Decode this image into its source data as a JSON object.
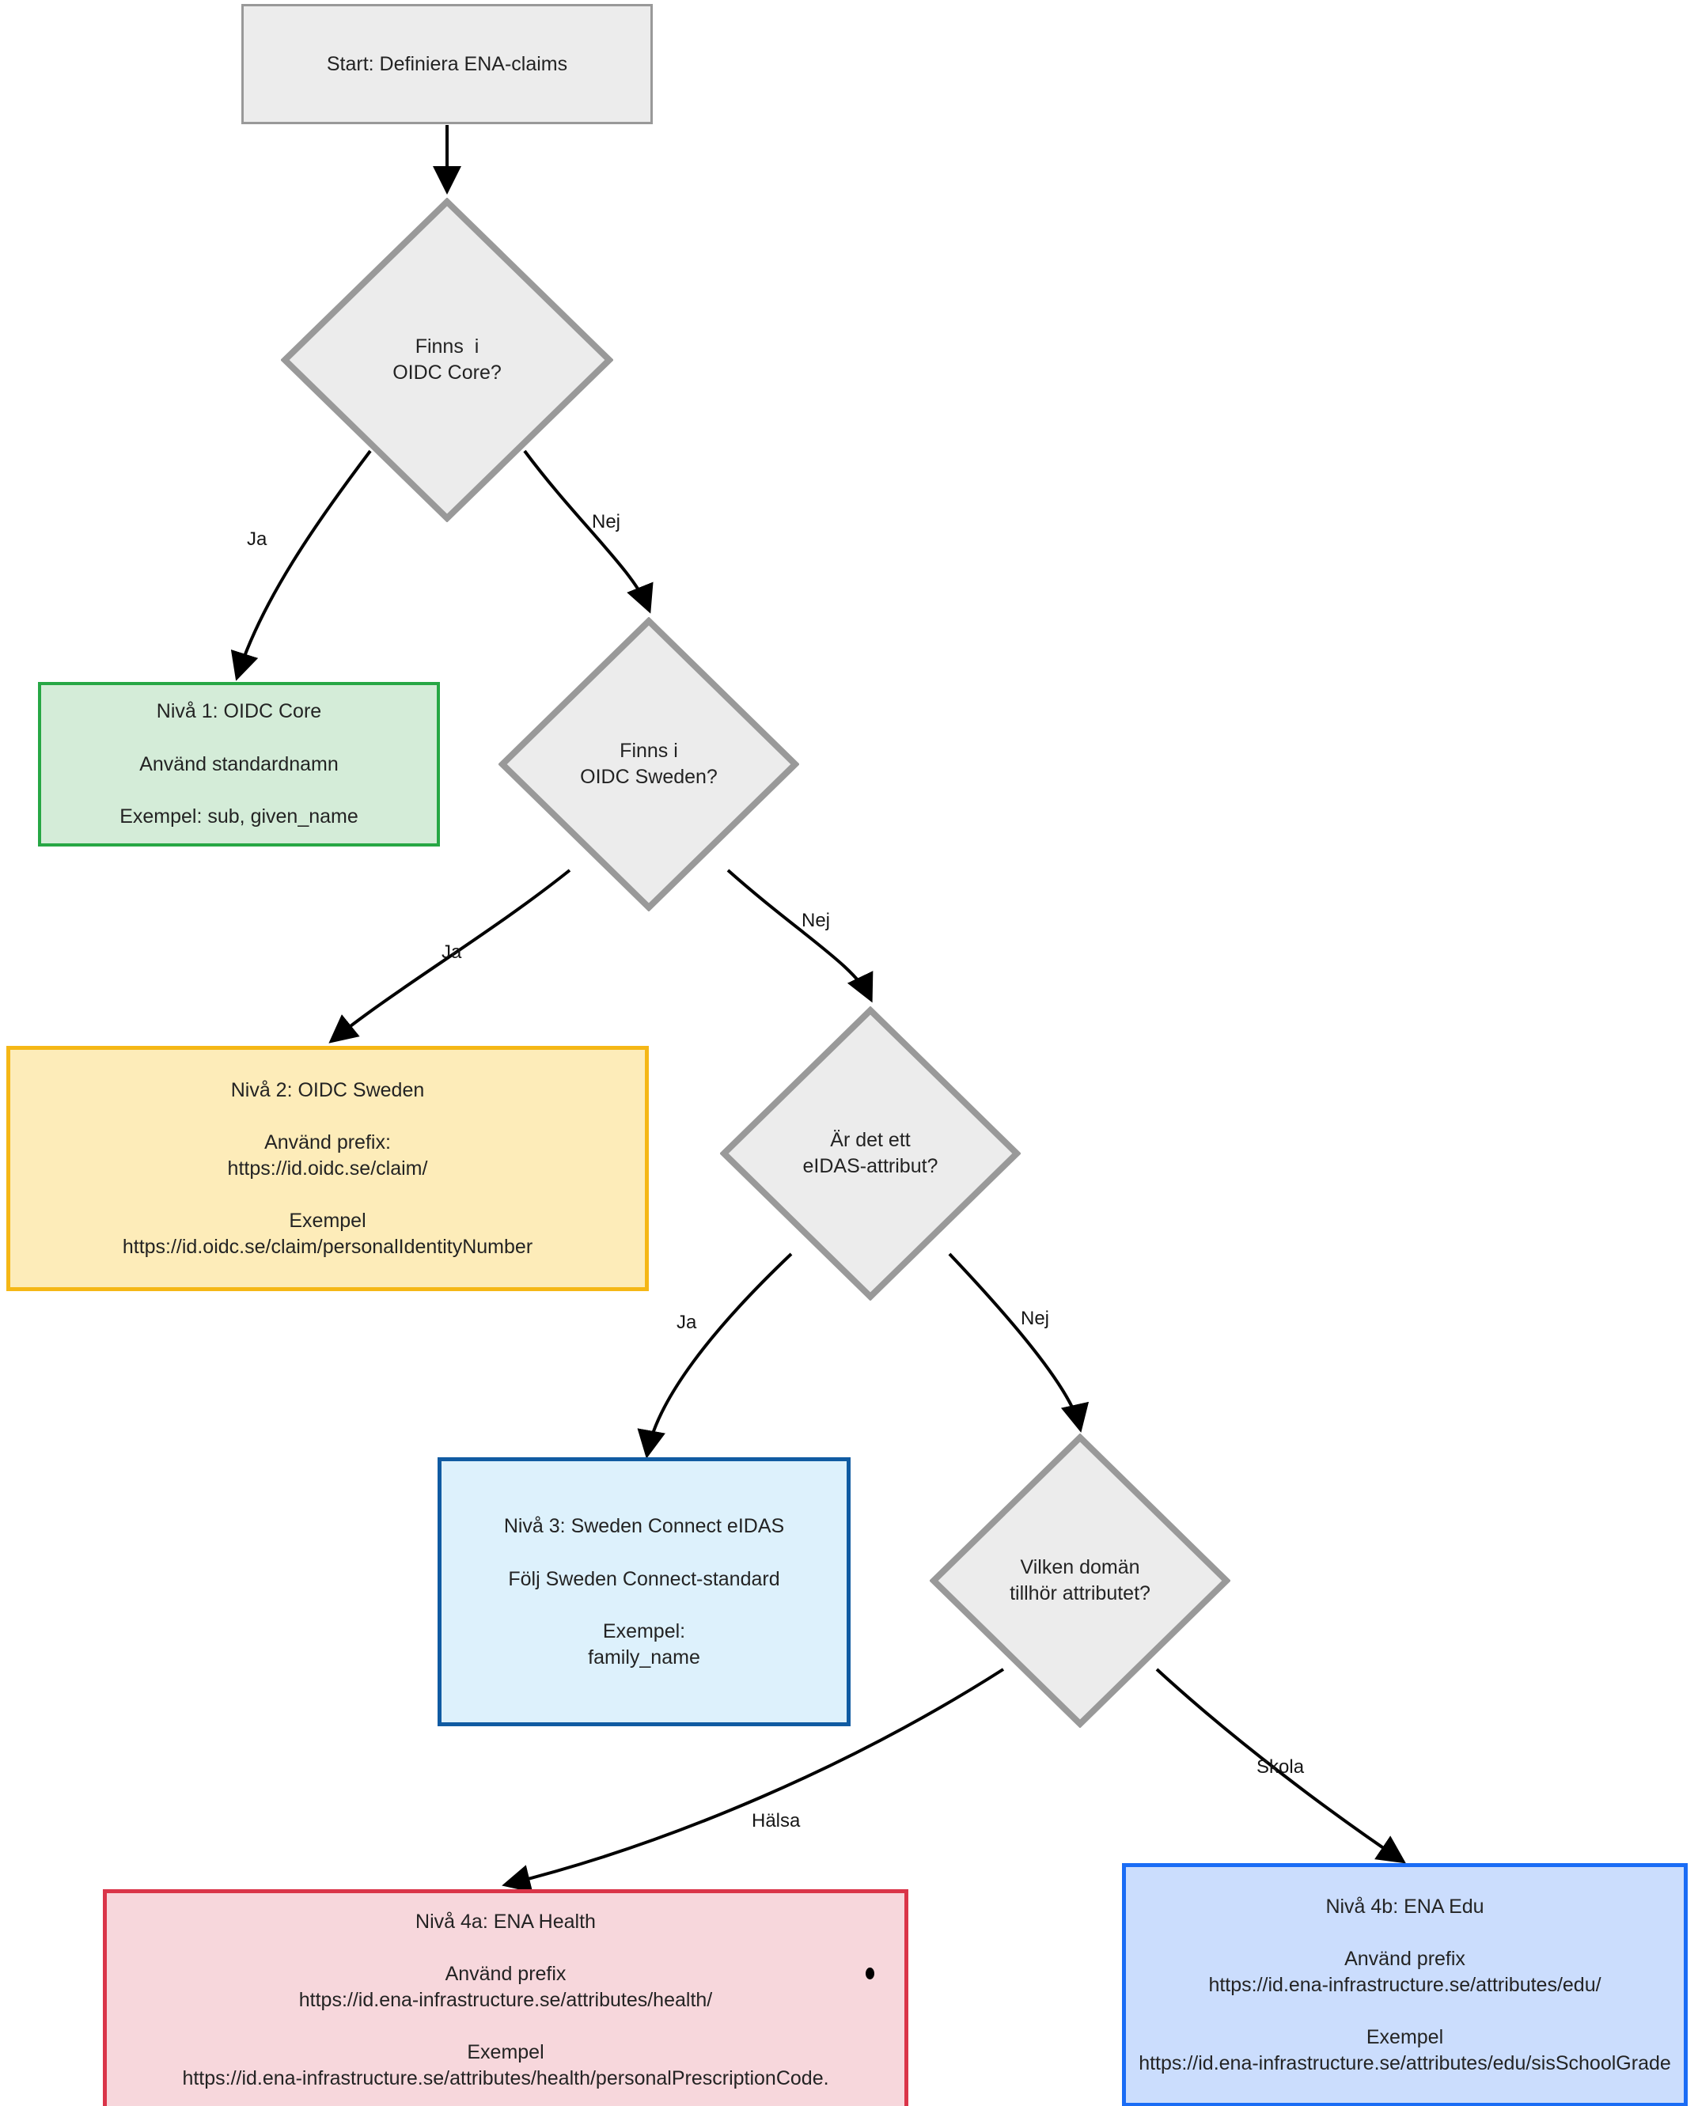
{
  "diagram": {
    "title": "ENA-claims namnsattningsflode",
    "type": "flowchart",
    "colors": {
      "process_fill": "#ececec",
      "process_border": "#999999",
      "level1_fill": "#d4ecd8",
      "level1_border": "#27a745",
      "level2_fill": "#fdecb9",
      "level2_border": "#f5b716",
      "level3_fill": "#ddf1fc",
      "level3_border": "#105ba2",
      "level4a_fill": "#f7d7dc",
      "level4a_border": "#da3549",
      "level4b_fill": "#cbddfd",
      "level4b_border": "#1a6cf5",
      "edge": "#000000"
    }
  },
  "nodes": {
    "start": {
      "shape": "rectangle",
      "lines": [
        "Start: Definiera ENA-claims"
      ]
    },
    "decision_core": {
      "shape": "diamond",
      "lines": [
        "Finns  i",
        "OIDC Core?"
      ]
    },
    "decision_sweden": {
      "shape": "diamond",
      "lines": [
        "Finns i",
        "OIDC Sweden?"
      ]
    },
    "decision_eidas": {
      "shape": "diamond",
      "lines": [
        "Är det ett",
        "eIDAS-attribut?"
      ]
    },
    "decision_domain": {
      "shape": "diamond",
      "lines": [
        "Vilken domän",
        "tillhör attributet?"
      ]
    },
    "level1": {
      "shape": "rectangle",
      "lines": [
        "Nivå 1: OIDC Core",
        "Använd standardnamn",
        "Exempel: sub, given_name"
      ]
    },
    "level2": {
      "shape": "rectangle",
      "lines": [
        "Nivå 2: OIDC Sweden",
        "Använd prefix:",
        "https://id.oidc.se/claim/",
        "Exempel",
        "https://id.oidc.se/claim/personalIdentityNumber"
      ]
    },
    "level3": {
      "shape": "rectangle",
      "lines": [
        "Nivå 3: Sweden Connect eIDAS",
        "Följ Sweden Connect-standard",
        "Exempel:",
        "family_name"
      ]
    },
    "level4a": {
      "shape": "rectangle",
      "lines": [
        "Nivå 4a: ENA Health",
        "Använd prefix",
        "https://id.ena-infrastructure.se/attributes/health/",
        "Exempel",
        "https://id.ena-infrastructure.se/attributes/health/personalPrescriptionCode."
      ]
    },
    "level4b": {
      "shape": "rectangle",
      "lines": [
        "Nivå 4b: ENA Edu",
        "Använd prefix",
        "https://id.ena-infrastructure.se/attributes/edu/",
        "Exempel",
        "https://id.ena-infrastructure.se/attributes/edu/sisSchoolGrade"
      ]
    }
  },
  "edges": [
    {
      "from": "start",
      "to": "decision_core",
      "label": ""
    },
    {
      "from": "decision_core",
      "to": "level1",
      "label": "Ja"
    },
    {
      "from": "decision_core",
      "to": "decision_sweden",
      "label": "Nej"
    },
    {
      "from": "decision_sweden",
      "to": "level2",
      "label": "Ja"
    },
    {
      "from": "decision_sweden",
      "to": "decision_eidas",
      "label": "Nej"
    },
    {
      "from": "decision_eidas",
      "to": "level3",
      "label": "Ja"
    },
    {
      "from": "decision_eidas",
      "to": "decision_domain",
      "label": "Nej"
    },
    {
      "from": "decision_domain",
      "to": "level4a",
      "label": "Hälsa"
    },
    {
      "from": "decision_domain",
      "to": "level4b",
      "label": "Skola"
    }
  ],
  "edge_labels": {
    "core_ja": "Ja",
    "core_nej": "Nej",
    "sweden_ja": "Ja",
    "sweden_nej": "Nej",
    "eidas_ja": "Ja",
    "eidas_nej": "Nej",
    "domain_halsa": "Hälsa",
    "domain_skola": "Skola"
  }
}
